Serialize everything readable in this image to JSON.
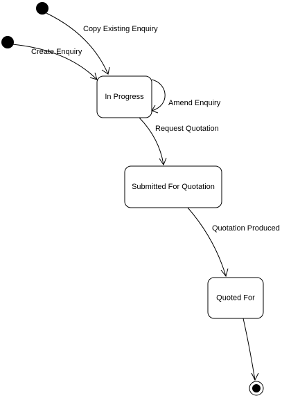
{
  "states": {
    "in_progress": "In Progress",
    "submitted": "Submitted For Quotation",
    "quoted": "Quoted For"
  },
  "transitions": {
    "copy": "Copy Existing Enquiry",
    "create": "Create Enquiry",
    "amend": "Amend Enquiry",
    "request": "Request Quotation",
    "produced": "Quotation Produced"
  }
}
